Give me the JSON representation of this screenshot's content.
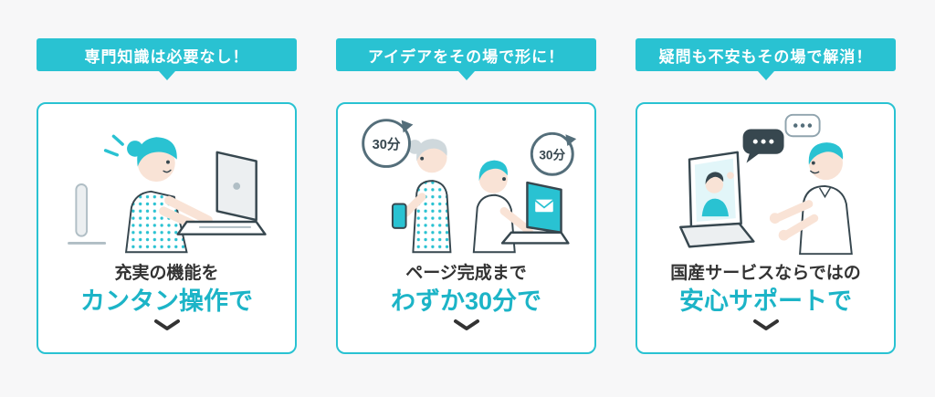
{
  "page": {
    "background_color": "#f7f7f8",
    "accent_color": "#29c2d2",
    "dark_text_color": "#333333"
  },
  "cards": [
    {
      "badge": "専門知識は必要なし！",
      "caption_line1": "充実の機能を",
      "caption_line2": "カンタン操作で",
      "illustration": "woman-typing-on-laptop"
    },
    {
      "badge": "アイデアをその場で形に！",
      "caption_line1": "ページ完成まで",
      "caption_line2": "わずか30分で",
      "illustration": "two-people-devices-timers",
      "timers": [
        "30分",
        "30分"
      ]
    },
    {
      "badge": "疑問も不安もその場で解消！",
      "caption_line1": "国産サービスならではの",
      "caption_line2": "安心サポートで",
      "illustration": "video-call-support-man"
    }
  ]
}
